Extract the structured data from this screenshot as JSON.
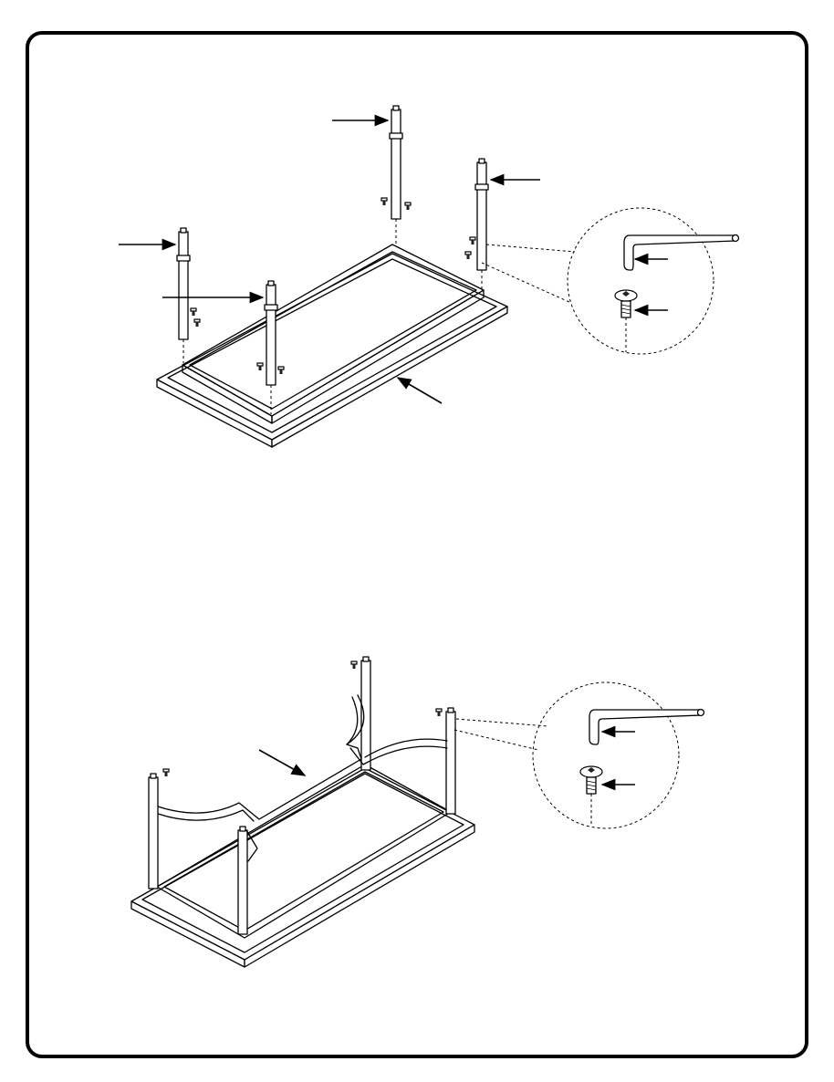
{
  "page": {
    "background": "#ffffff",
    "frame_color": "#000000"
  },
  "steps": [
    {
      "name": "attach-legs-step",
      "parts": [
        "leg",
        "leg",
        "leg",
        "leg",
        "table-top",
        "allen-wrench",
        "bolt"
      ],
      "icons": [
        "allen-wrench-icon",
        "bolt-icon"
      ]
    },
    {
      "name": "attach-stretcher-step",
      "parts": [
        "stretcher",
        "allen-wrench",
        "bolt"
      ],
      "icons": [
        "allen-wrench-icon",
        "bolt-icon"
      ]
    }
  ]
}
